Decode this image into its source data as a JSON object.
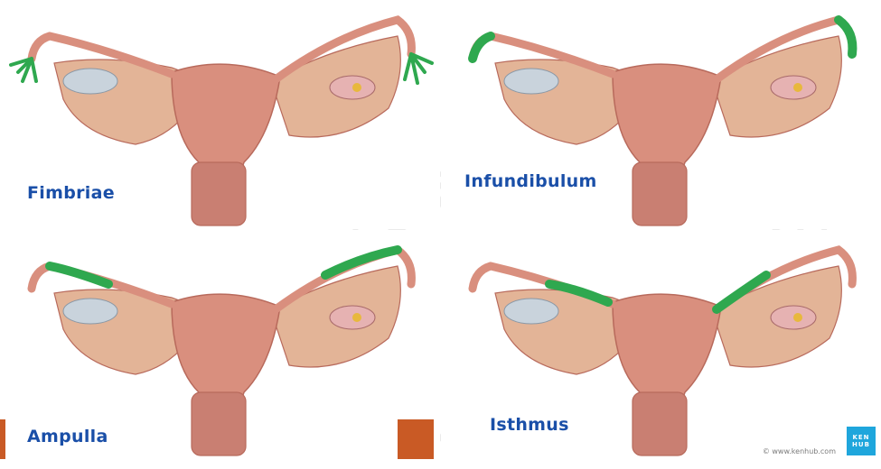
{
  "panels": [
    {
      "id": "fimbriae",
      "label": "Fimbriae",
      "highlight": "fimbriae"
    },
    {
      "id": "infundibulum",
      "label": "Infundibulum",
      "highlight": "infundibulum"
    },
    {
      "id": "ampulla",
      "label": "Ampulla",
      "highlight": "ampulla"
    },
    {
      "id": "isthmus",
      "label": "Isthmus",
      "highlight": "isthmus"
    }
  ],
  "watermark_text": "www.kenhub.com",
  "credit": "© www.kenhub.com",
  "logo": {
    "line1": "KEN",
    "line2": "HUB"
  },
  "colors": {
    "highlight": "#2fa84f",
    "tissue": "#d98f7e",
    "tissue_dark": "#b86a5c",
    "ligament": "#e3b497",
    "ovary": "#c9d3dc",
    "label": "#1a4fa8",
    "accent": "#c95a25",
    "logo": "#1fa6dc"
  }
}
